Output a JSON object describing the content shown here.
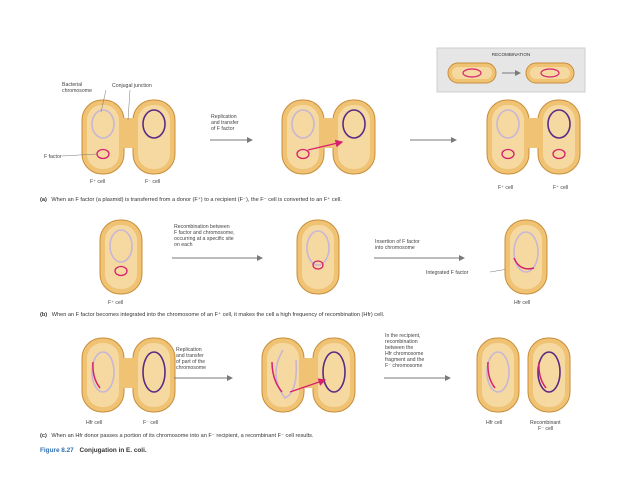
{
  "colors": {
    "cell_fill": "#f0c274",
    "cell_stroke": "#c78e3a",
    "cell_inner": "#f6d9a0",
    "chromosome": "#c7b6d6",
    "plasmid": "#d6206e",
    "hfr_chromosome": "#5b2a86",
    "arrow": "#7a7a7a",
    "figure_title": "#2f6fb4"
  },
  "recombination_box": {
    "label": "RECOMBINATION"
  },
  "panel_a": {
    "labels": {
      "bacterial_chromosome": [
        "Bacterial",
        "chromosome"
      ],
      "conjugal_junction": "Conjugal junction",
      "f_factor": "F factor",
      "replication": [
        "Replication",
        "and transfer",
        "of F factor"
      ],
      "donor_cell": "F⁺ cell",
      "recipient_cell": "F⁻ cell",
      "result_left": "F⁺ cell",
      "result_right": "F⁺ cell"
    },
    "caption": {
      "letter": "(a)",
      "text": "When an F factor (a plasmid) is transferred from a donor (F⁺) to a recipient (F⁻), the F⁻ cell is converted to an F⁺ cell."
    }
  },
  "panel_b": {
    "labels": {
      "recombination": [
        "Recombination between",
        "F factor and chromosome,",
        "occurring at a specific site",
        "on each"
      ],
      "insertion": [
        "Insertion of F factor",
        "into chromosome"
      ],
      "integrated": "Integrated F factor",
      "cell_left": "F⁺ cell",
      "cell_right": "Hfr cell"
    },
    "caption": {
      "letter": "(b)",
      "text": "When an F factor becomes integrated into the chromosome of an F⁺ cell, it makes the cell a high frequency of recombination (Hfr) cell."
    }
  },
  "panel_c": {
    "labels": {
      "replication": [
        "Replication",
        "and transfer",
        "of part of the",
        "chromosome"
      ],
      "recombination": [
        "In the recipient,",
        "recombination",
        "between the",
        "Hfr chromosome",
        "fragment and the",
        "F⁻ chromosome"
      ],
      "donor_cell": "Hfr cell",
      "recipient_cell": "F⁻ cell",
      "result_left": "Hfr cell",
      "result_right": [
        "Recombinant",
        "F⁻ cell"
      ]
    },
    "caption": {
      "letter": "(c)",
      "text": "When an Hfr donor passes a portion of its chromosome into an F⁻ recipient, a recombinant F⁻ cell results."
    }
  },
  "figure": {
    "number": "Figure 8.27",
    "title": "Conjugation in E. coli."
  }
}
